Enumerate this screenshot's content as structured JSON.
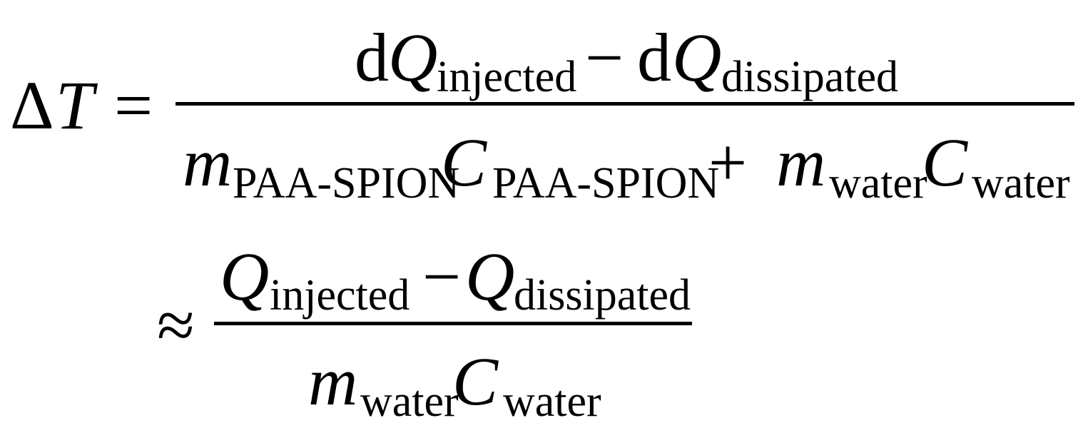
{
  "equation": {
    "line1": {
      "lhs": {
        "delta": "Δ",
        "var": "T"
      },
      "relation": "=",
      "numerator": {
        "d1": "d",
        "q1": "Q",
        "sub1": "injected",
        "minus": "−",
        "d2": "d",
        "q2": "Q",
        "sub2": "dissipated"
      },
      "denominator": {
        "m1": "m",
        "m1_sub": "PAA-SPION",
        "c1": "C",
        "c1_sub": "PAA-SPION",
        "plus": "+",
        "m2": "m",
        "m2_sub": "water",
        "c2": "C",
        "c2_sub": "water"
      }
    },
    "line2": {
      "relation": "≈",
      "numerator": {
        "q1": "Q",
        "sub1": "injected",
        "minus": "−",
        "q2": "Q",
        "sub2": "dissipated"
      },
      "denominator": {
        "m": "m",
        "m_sub": "water",
        "c": "C",
        "c_sub": "water"
      }
    }
  }
}
